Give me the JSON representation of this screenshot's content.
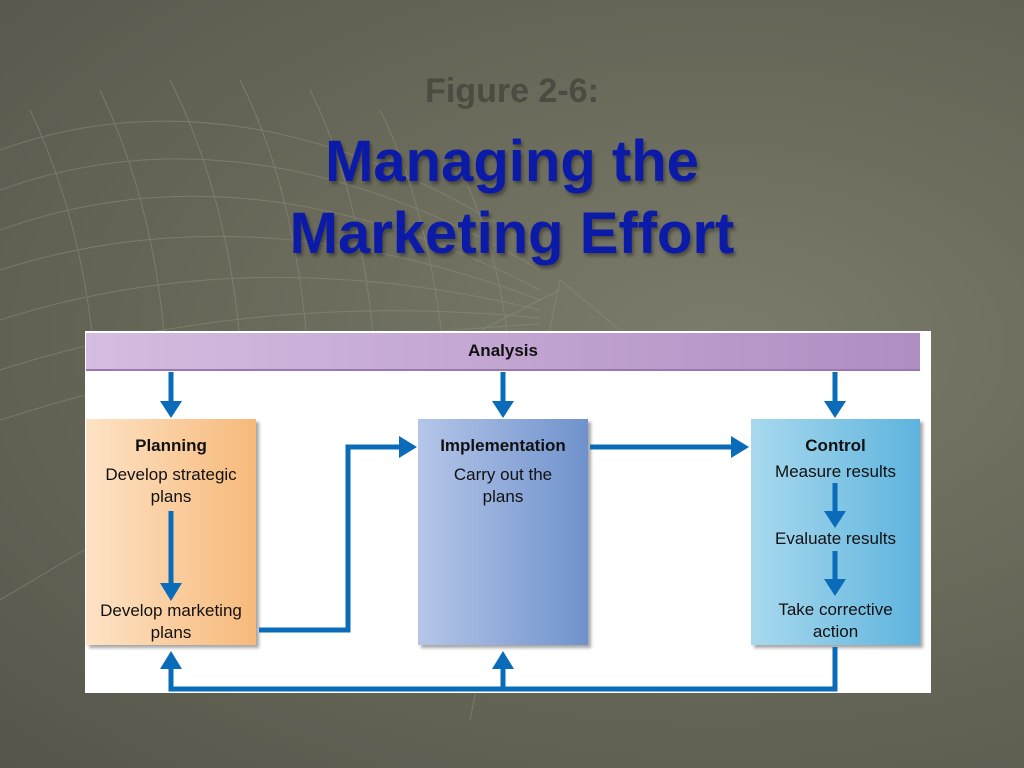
{
  "figure_label": "Figure 2-6:",
  "title_line1": "Managing the",
  "title_line2": "Marketing Effort",
  "analysis_label": "Analysis",
  "planning": {
    "title": "Planning",
    "step1_line1": "Develop strategic",
    "step1_line2": "plans",
    "step2_line1": "Develop marketing",
    "step2_line2": "plans"
  },
  "implementation": {
    "title": "Implementation",
    "line1": "Carry out the",
    "line2": "plans"
  },
  "control": {
    "title": "Control",
    "step1": "Measure results",
    "step2": "Evaluate results",
    "step3_line1": "Take corrective",
    "step3_line2": "action"
  },
  "colors": {
    "arrow": "#0a6cb9",
    "title": "#0c1aa8",
    "figure_label": "#4b4b42"
  }
}
